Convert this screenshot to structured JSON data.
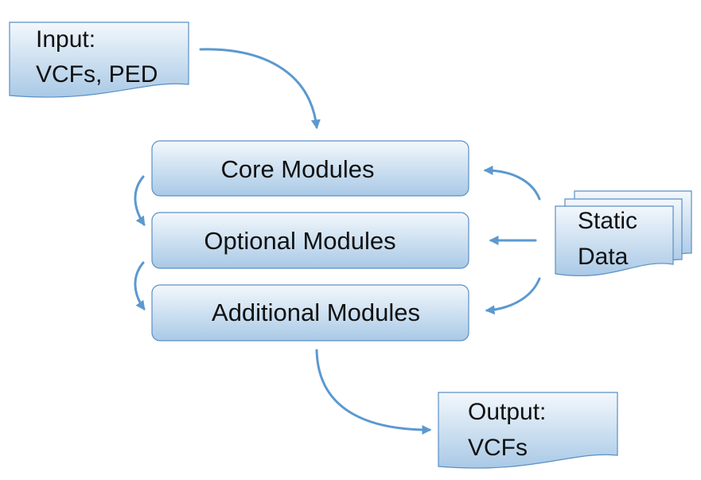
{
  "input_doc": {
    "line1": "Input:",
    "line2": "VCFs, PED"
  },
  "modules": {
    "core": "Core Modules",
    "optional": "Optional Modules",
    "additional": "Additional Modules"
  },
  "static_data": {
    "line1": "Static",
    "line2": "Data"
  },
  "output_doc": {
    "line1": "Output:",
    "line2": "VCFs"
  },
  "colors": {
    "fill_top": "#f3f8fc",
    "fill_bottom": "#a9c9e6",
    "border": "#5b8fc5",
    "arrow": "#5b99cf"
  }
}
